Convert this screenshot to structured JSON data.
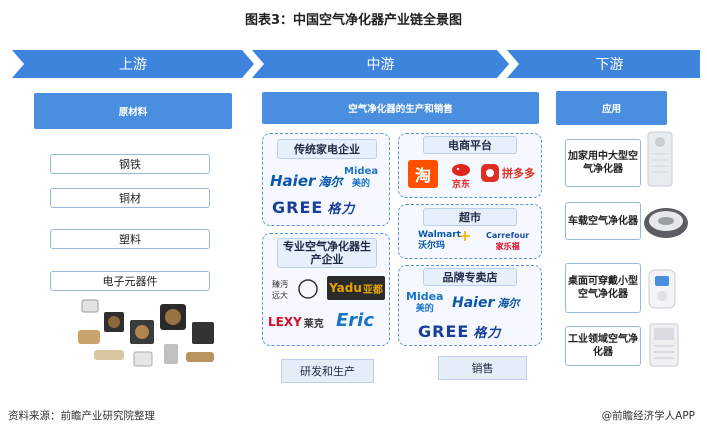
{
  "title": "图表3：中国空气净化器产业链全景图",
  "stages": {
    "upstream": "上游",
    "midstream": "中游",
    "downstream": "下游"
  },
  "upstream": {
    "header": "原材料",
    "items": [
      "钢铁",
      "铜材",
      "塑料",
      "电子元器件"
    ]
  },
  "midstream": {
    "header": "空气净化器的生产和销售",
    "traditional": {
      "label": "传统家电企业",
      "brands": [
        "Haier",
        "海尔",
        "Midea",
        "美的",
        "GREE",
        "格力"
      ]
    },
    "professional": {
      "label": "专业空气净化器生产企业",
      "brands": [
        "Yadu",
        "亚都",
        "LEXY",
        "莱克",
        "Eric"
      ]
    },
    "ecommerce": {
      "label": "电商平台",
      "brands": [
        "淘",
        "京东",
        "拼多多"
      ]
    },
    "supermarket": {
      "label": "超市",
      "brands": [
        "Walmart",
        "沃尔玛",
        "Carrefour",
        "家乐福"
      ]
    },
    "brandstore": {
      "label": "品牌专卖店",
      "brands": [
        "Midea",
        "美的",
        "Haier",
        "海尔",
        "GREE",
        "格力"
      ]
    },
    "btn_rd": "研发和生产",
    "btn_sales": "销售"
  },
  "downstream": {
    "header": "应用",
    "items": [
      "加家用中大型空气净化器",
      "车载空气净化器",
      "桌面可穿戴小型空气净化器",
      "工业领域空气净化器"
    ]
  },
  "footer": {
    "source": "资料来源：前瞻产业研究院整理",
    "brand": "@前瞻经济学人APP"
  },
  "colors": {
    "chevron": "#3f84dc",
    "bar": "#4a8ee0",
    "haier": "#0a56a8",
    "midea": "#1a73c9",
    "gree": "#1a3f9a",
    "yadu": "#e3a300",
    "lexy": "#d0102a",
    "taobao": "#ff5000",
    "jd": "#e1251b",
    "pdd": "#e02e24"
  }
}
